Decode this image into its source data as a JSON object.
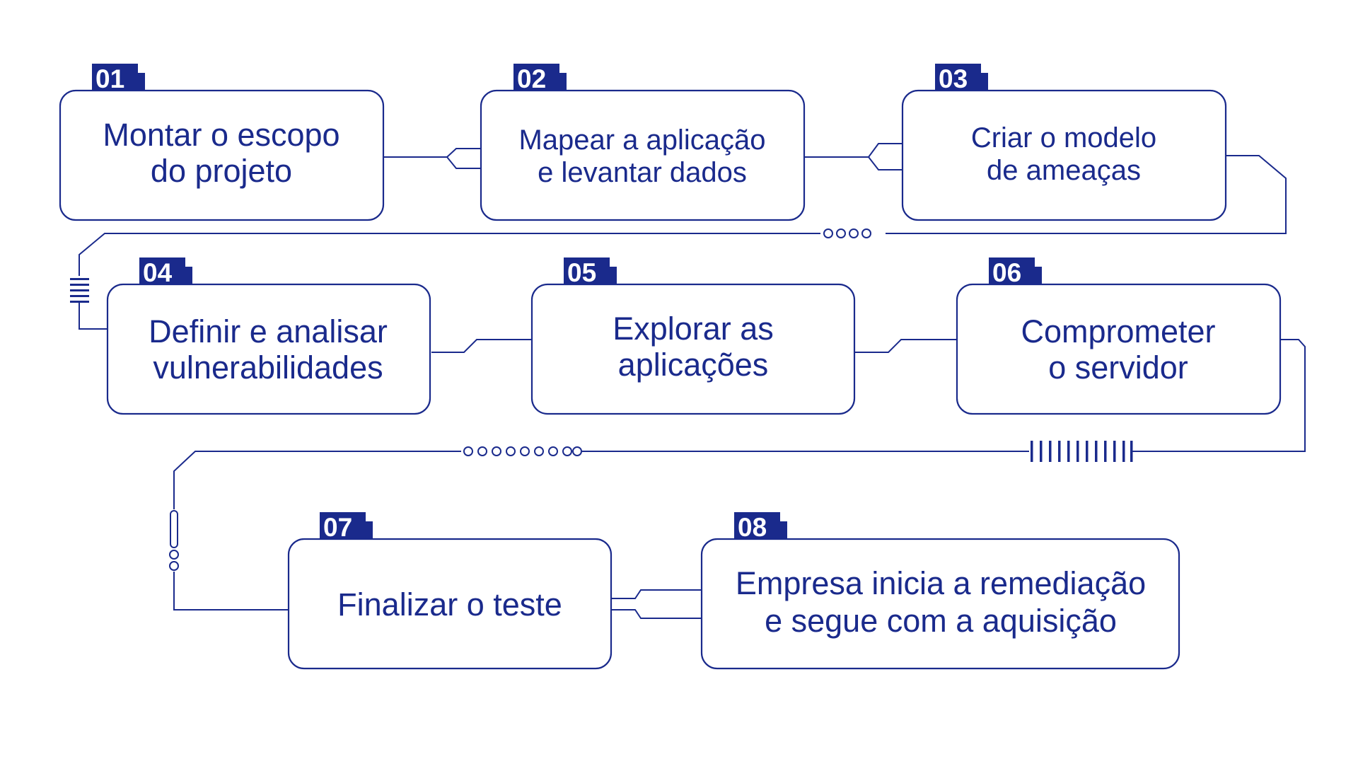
{
  "accent_color": "#1a2a8c",
  "steps": [
    {
      "number": "01",
      "lines": [
        "Montar o escopo",
        "do projeto"
      ]
    },
    {
      "number": "02",
      "lines": [
        "Mapear a aplicação",
        "e levantar dados"
      ]
    },
    {
      "number": "03",
      "lines": [
        "Criar o modelo",
        "de ameaças"
      ]
    },
    {
      "number": "04",
      "lines": [
        "Definir e analisar",
        "vulnerabilidades"
      ]
    },
    {
      "number": "05",
      "lines": [
        "Explorar as",
        "aplicações"
      ]
    },
    {
      "number": "06",
      "lines": [
        "Comprometer",
        "o servidor"
      ]
    },
    {
      "number": "07",
      "lines": [
        "Finalizar o teste"
      ]
    },
    {
      "number": "08",
      "lines": [
        "Empresa inicia a remediação",
        "e segue com a aquisição"
      ]
    }
  ]
}
